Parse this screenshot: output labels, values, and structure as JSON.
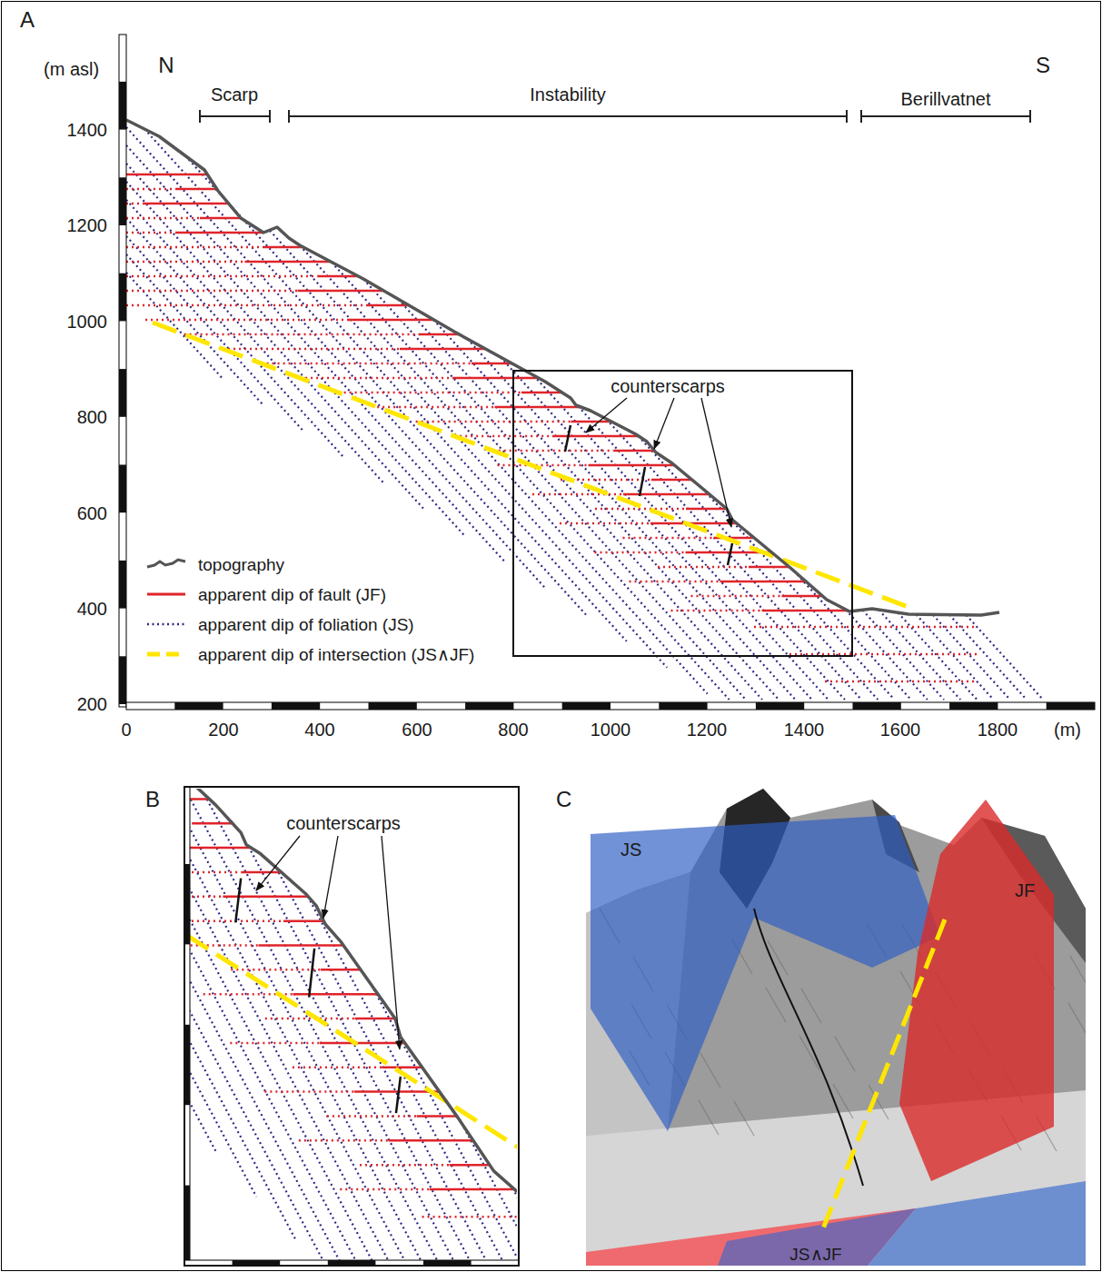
{
  "diagram": {
    "labels": [
      "A",
      "(m asl)",
      "N",
      "S",
      "Scarp",
      "Instability",
      "Berillvatnet",
      "1400",
      "1200",
      "1000",
      "800",
      "600",
      "400",
      "200",
      "0",
      "200",
      "400",
      "600",
      "800",
      "1000",
      "1200",
      "1400",
      "1600",
      "1800",
      "(m)",
      "counterscarps",
      "B",
      "counterscarps",
      "C",
      "JS",
      "JF",
      "JS∧JF"
    ],
    "legend": [
      {
        "text": "topography"
      },
      {
        "text": "apparent dip of fault (JF)"
      },
      {
        "text": "apparent dip of foliation (JS)"
      },
      {
        "text": "apparent dip of intersection (JS∧JF)"
      }
    ]
  }
}
